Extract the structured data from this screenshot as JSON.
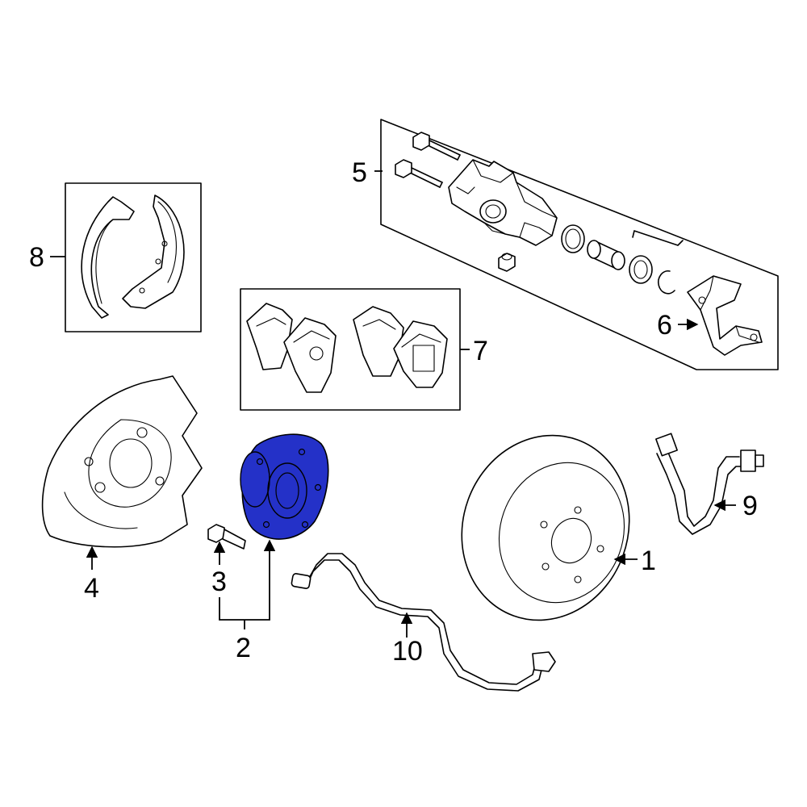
{
  "callouts": {
    "c1": "1",
    "c2": "2",
    "c3": "3",
    "c4": "4",
    "c5": "5",
    "c6": "6",
    "c7": "7",
    "c8": "8",
    "c9": "9",
    "c10": "10"
  },
  "colors": {
    "highlight": "#2431c8",
    "line": "#000000",
    "background": "#ffffff"
  }
}
